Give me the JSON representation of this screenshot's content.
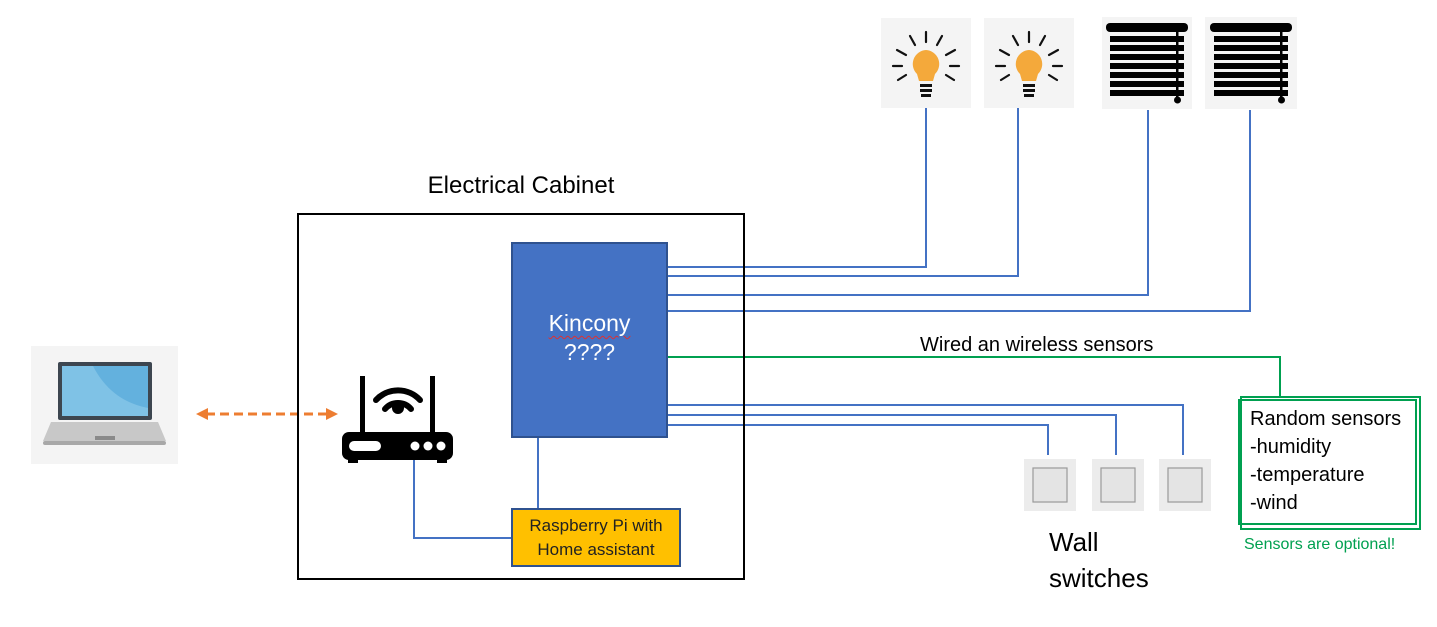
{
  "diagram": {
    "cabinet": {
      "title": "Electrical Cabinet"
    },
    "controller": {
      "line1": "Kincony",
      "line2": "????"
    },
    "raspberry_pi": {
      "line1": "Raspberry Pi with",
      "line2": "Home assistant"
    },
    "router": {
      "icon": "wifi-router-icon"
    },
    "laptop": {
      "icon": "laptop-icon"
    },
    "link": {
      "style": "dashed-bidirectional",
      "color": "#ed7d31"
    },
    "outputs": [
      {
        "icon": "light-bulb-icon",
        "type": "light"
      },
      {
        "icon": "light-bulb-icon",
        "type": "light"
      },
      {
        "icon": "window-blinds-icon",
        "type": "blinds"
      },
      {
        "icon": "window-blinds-icon",
        "type": "blinds"
      }
    ],
    "sensor_link_label": "Wired an wireless sensors",
    "sensors": {
      "title": "Random sensors",
      "items": [
        "-humidity",
        "-temperature",
        "-wind"
      ],
      "note": "Sensors are optional!"
    },
    "wall_switches": {
      "label_line1": "Wall",
      "label_line2": "switches",
      "count": 3
    },
    "colors": {
      "wire": "#4472c4",
      "sensor_wire": "#00a050",
      "controller_fill": "#4472c4",
      "rpi_fill": "#ffc000",
      "bulb": "#f4a93b"
    }
  }
}
